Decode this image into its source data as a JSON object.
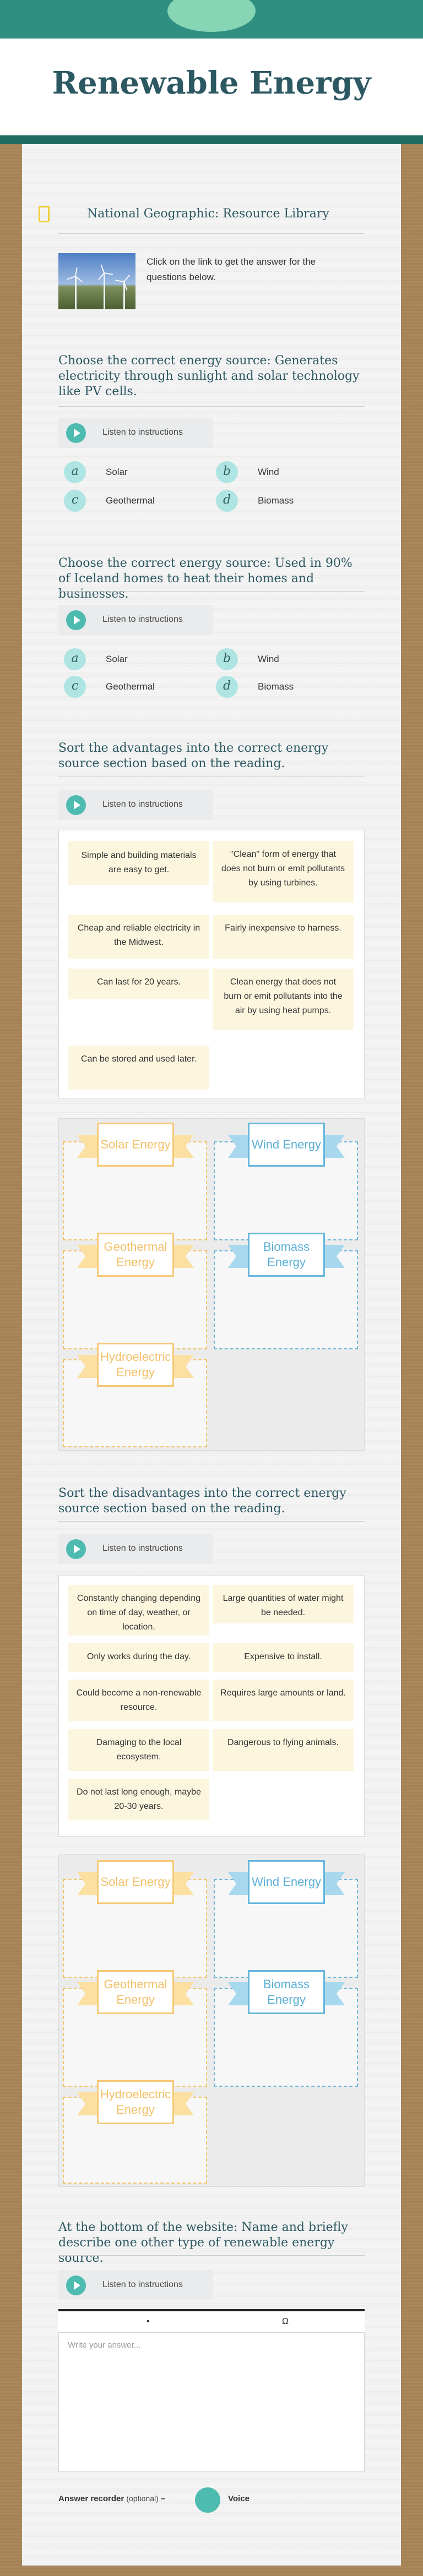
{
  "header": {
    "title": "Renewable Energy"
  },
  "resource": {
    "title": "National Geographic: Resource Library",
    "description": "Click on the link to get the answer for the questions below.",
    "icon": "link-icon"
  },
  "listen_label": "Listen to instructions",
  "q1": {
    "title": "Choose the correct energy source: Generates electricity through sunlight and solar technology like PV cells.",
    "choices": [
      {
        "letter": "a",
        "label": "Solar"
      },
      {
        "letter": "b",
        "label": "Wind"
      },
      {
        "letter": "c",
        "label": "Geothermal"
      },
      {
        "letter": "d",
        "label": "Biomass"
      }
    ]
  },
  "q2": {
    "title": "Choose the correct energy source: Used in 90% of Iceland homes to heat their homes and businesses.",
    "choices": [
      {
        "letter": "a",
        "label": "Solar"
      },
      {
        "letter": "b",
        "label": "Wind"
      },
      {
        "letter": "c",
        "label": "Geothermal"
      },
      {
        "letter": "d",
        "label": "Biomass"
      }
    ]
  },
  "q3": {
    "title": "Sort the advantages into the correct energy source section based on the reading.",
    "cards": [
      "Simple and building materials are easy to get.",
      "\"Clean\" form of energy that does not burn or emit pollutants by using turbines.",
      "Cheap and reliable electricity in the Midwest.",
      "Fairly inexpensive to harness.",
      "Can last for 20 years.",
      "Clean energy that does not burn or emit pollutants into the air by using heat pumps.",
      "Can be stored and used later."
    ],
    "categories": [
      "Solar Energy",
      "Wind Energy",
      "Geothermal Energy",
      "Biomass Energy",
      "Hydroelectric Energy"
    ]
  },
  "q4": {
    "title": "Sort the disadvantages into the correct energy source section based on the reading.",
    "cards": [
      "Constantly changing depending on time of day, weather, or location.",
      "Large quantities of water might be needed.",
      "Only works during the day.",
      "Expensive to install.",
      "Could become a non-renewable resource.",
      "Requires large amounts or land.",
      "Damaging to the local ecosystem.",
      "Dangerous to flying animals.",
      "Do not last long enough, maybe 20-30 years."
    ],
    "categories": [
      "Solar Energy",
      "Wind Energy",
      "Geothermal Energy",
      "Biomass Energy",
      "Hydroelectric Energy"
    ]
  },
  "q5": {
    "title": "At the bottom of the website: Name and briefly describe one other type of renewable energy source.",
    "toolbar": [
      "•",
      "Ω"
    ],
    "placeholder": "Write your answer...",
    "recorder_label": "Answer recorder",
    "recorder_optional": "(optional)",
    "recorder_dash": "–",
    "recorder_voice": "Voice"
  },
  "colors": {
    "accent": "#2f8f80",
    "title": "#2c5862",
    "play": "#4dbbb0",
    "gold": "#f3c16a",
    "blue": "#5aaed6"
  }
}
